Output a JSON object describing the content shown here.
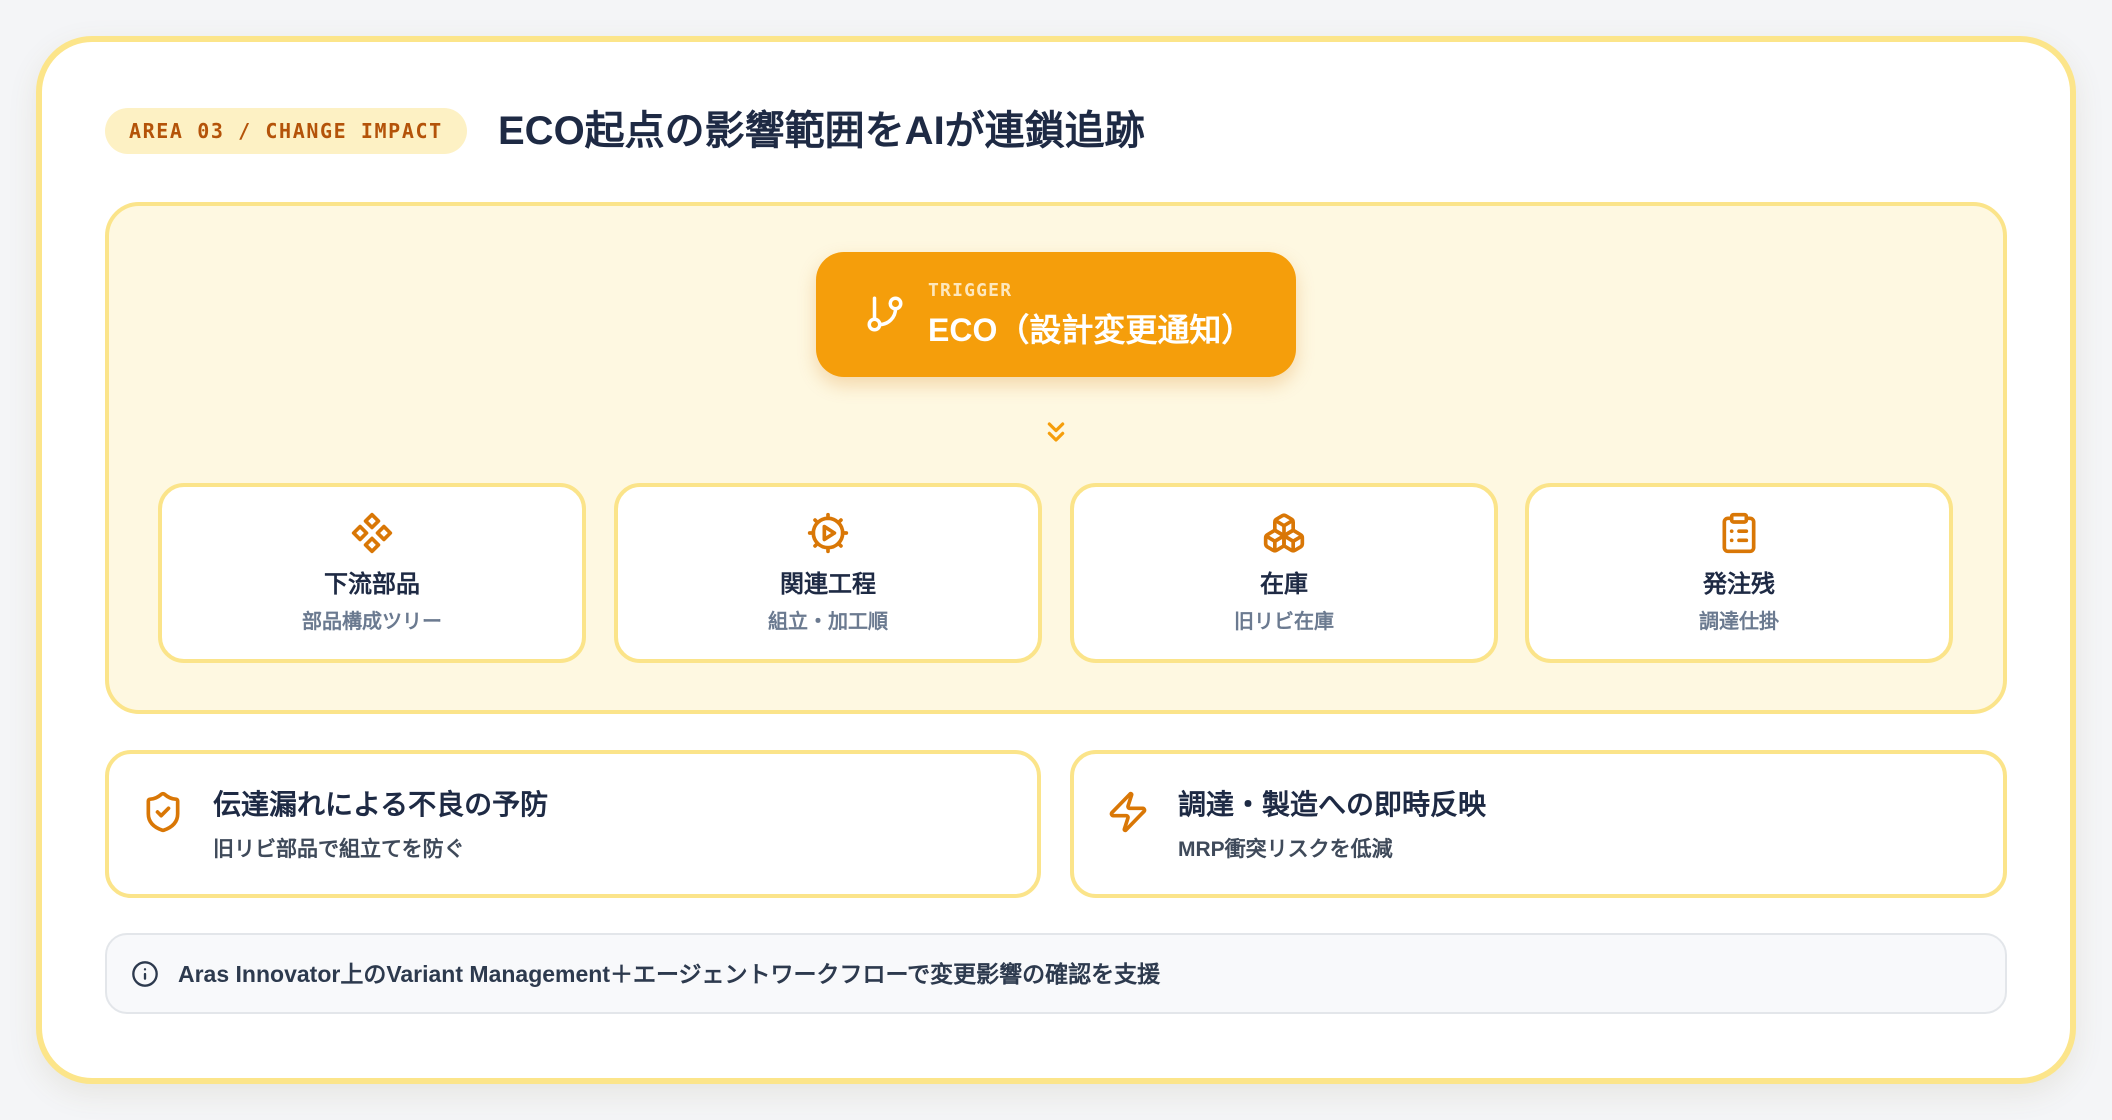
{
  "badge": "AREA 03 / CHANGE IMPACT",
  "title": "ECO起点の影響範囲をAIが連鎖追跡",
  "trigger": {
    "label": "TRIGGER",
    "title": "ECO（設計変更通知）",
    "icon": "git-branch-icon"
  },
  "flow_icon": "chevrons-down-icon",
  "impacts": [
    {
      "title": "下流部品",
      "subtitle": "部品構成ツリー",
      "icon": "component-icon"
    },
    {
      "title": "関連工程",
      "subtitle": "組立・加工順",
      "icon": "cog-play-icon"
    },
    {
      "title": "在庫",
      "subtitle": "旧リビ在庫",
      "icon": "boxes-icon"
    },
    {
      "title": "発注残",
      "subtitle": "調達仕掛",
      "icon": "clipboard-list-icon"
    }
  ],
  "benefits": [
    {
      "title": "伝達漏れによる不良の予防",
      "subtitle": "旧リビ部品で組立てを防ぐ",
      "icon": "shield-check-icon"
    },
    {
      "title": "調達・製造への即時反映",
      "subtitle": "MRP衝突リスクを低減",
      "icon": "zap-icon"
    }
  ],
  "note": {
    "text": "Aras Innovator上のVariant Management＋エージェントワークフローで変更影響の確認を支援",
    "icon": "info-icon"
  },
  "colors": {
    "accent": "#f59e0b",
    "icon": "#d97706",
    "border": "#fbe48a",
    "panel": "#fef8e1",
    "badge_bg": "#fdf1c4",
    "badge_text": "#b45309",
    "heading": "#1e2a44"
  }
}
